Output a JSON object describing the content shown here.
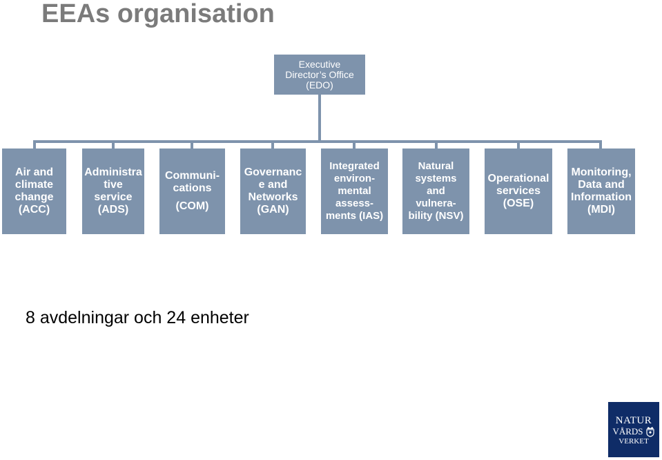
{
  "title": "EEAs organisation",
  "top_box": {
    "lines": [
      "Executive",
      "Director’s Office",
      "(EDO)"
    ]
  },
  "departments": [
    {
      "lines": [
        "Air and",
        "climate",
        "change",
        "(ACC)"
      ]
    },
    {
      "lines": [
        "Administra",
        "tive",
        "service",
        "(ADS)"
      ]
    },
    {
      "lines": [
        "Communi-",
        "cations",
        "",
        "(COM)"
      ]
    },
    {
      "lines": [
        "Governanc",
        "e and",
        "Networks",
        "(GAN)"
      ]
    },
    {
      "lines": [
        "Integrated",
        "environ-",
        "mental",
        "assess-",
        "ments (IAS)"
      ]
    },
    {
      "lines": [
        "Natural",
        "systems",
        "and",
        "vulnera-",
        "bility (NSV)"
      ]
    },
    {
      "lines": [
        "Operational",
        "services",
        "(OSE)"
      ]
    },
    {
      "lines": [
        "Monitoring,",
        "Data and",
        "Information",
        "(MDI)"
      ]
    }
  ],
  "footer": "8 avdelningar och 24 enheter",
  "logo": {
    "line1": "NATUR",
    "line2": "VÅRDS",
    "line3": "VERKET",
    "icon": "crown-emblem-icon"
  },
  "colors": {
    "box": "#7e93ac",
    "logo_bg": "#0f2c67",
    "title": "#7b7b7b"
  }
}
